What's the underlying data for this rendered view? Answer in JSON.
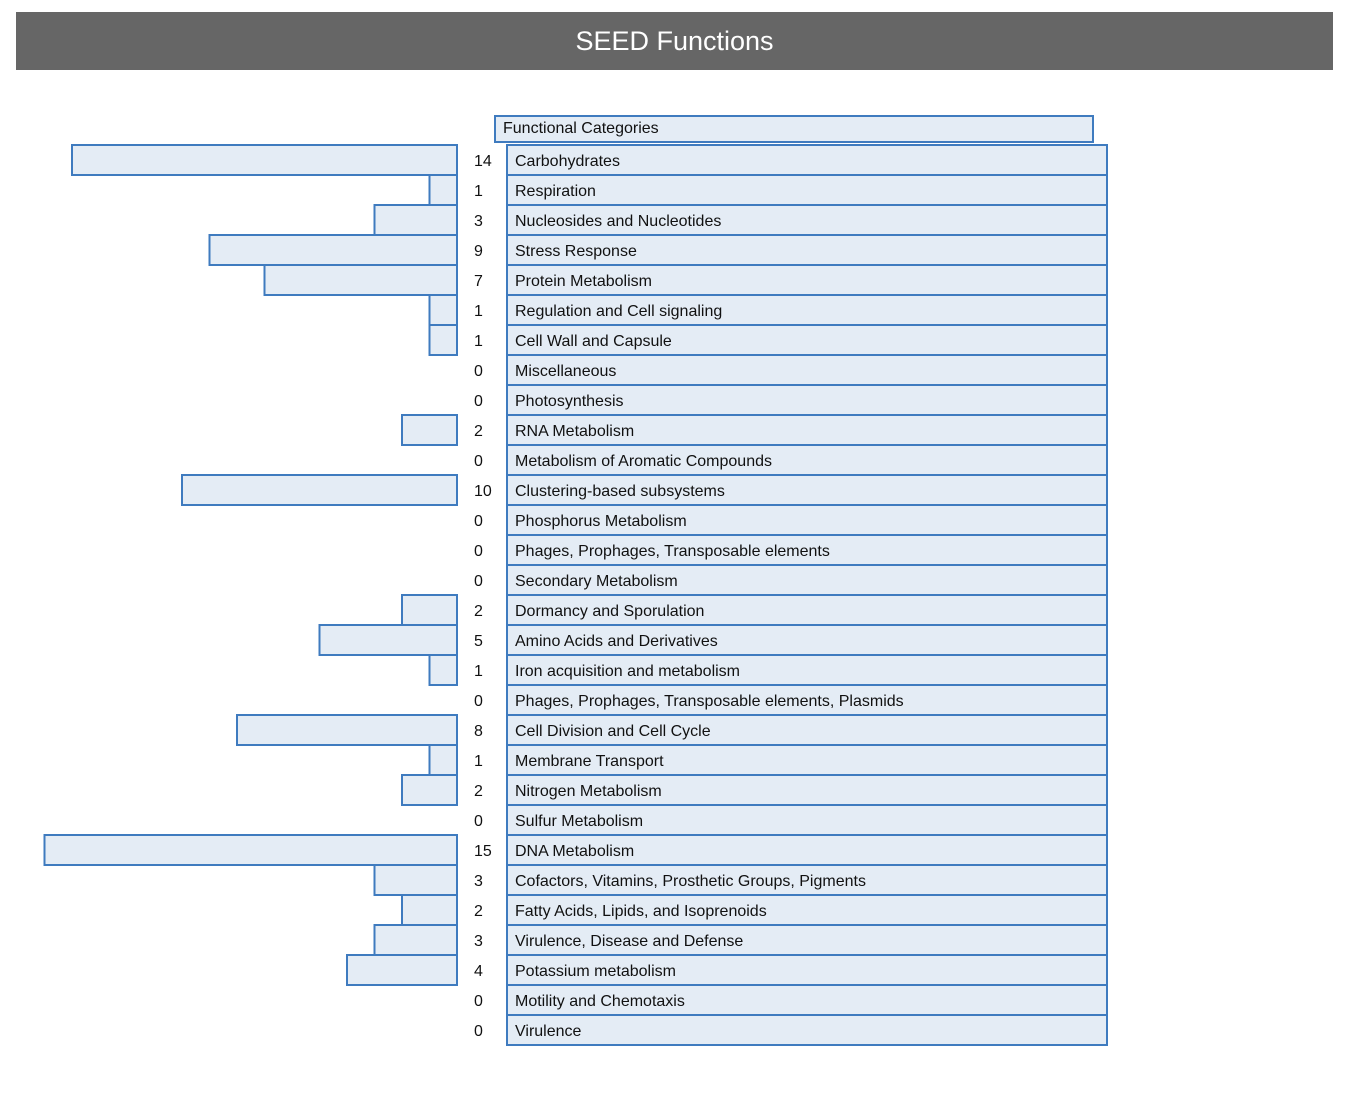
{
  "title": "SEED Functions",
  "header": "Functional Categories",
  "colors": {
    "bar_fill": "#e4ecf5",
    "bar_stroke": "#3f7bbf",
    "title_bg": "#666666"
  },
  "chart_data": {
    "type": "bar",
    "orientation": "horizontal-left",
    "title": "SEED Functions",
    "categories": [
      "Carbohydrates",
      "Respiration",
      "Nucleosides and Nucleotides",
      "Stress Response",
      "Protein Metabolism",
      "Regulation and Cell signaling",
      "Cell Wall and Capsule",
      "Miscellaneous",
      "Photosynthesis",
      "RNA Metabolism",
      "Metabolism of Aromatic Compounds",
      "Clustering-based subsystems",
      "Phosphorus Metabolism",
      "Phages, Prophages, Transposable elements",
      "Secondary Metabolism",
      "Dormancy and Sporulation",
      "Amino Acids and Derivatives",
      "Iron acquisition and metabolism",
      "Phages, Prophages, Transposable elements, Plasmids",
      "Cell Division and Cell Cycle",
      "Membrane Transport",
      "Nitrogen Metabolism",
      "Sulfur Metabolism",
      "DNA Metabolism",
      "Cofactors, Vitamins, Prosthetic Groups, Pigments",
      "Fatty Acids, Lipids, and Isoprenoids",
      "Virulence, Disease and Defense",
      "Potassium metabolism",
      "Motility and Chemotaxis",
      "Virulence"
    ],
    "values": [
      14,
      1,
      3,
      9,
      7,
      1,
      1,
      0,
      0,
      2,
      0,
      10,
      0,
      0,
      0,
      2,
      5,
      1,
      0,
      8,
      1,
      2,
      0,
      15,
      3,
      2,
      3,
      4,
      0,
      0
    ]
  }
}
